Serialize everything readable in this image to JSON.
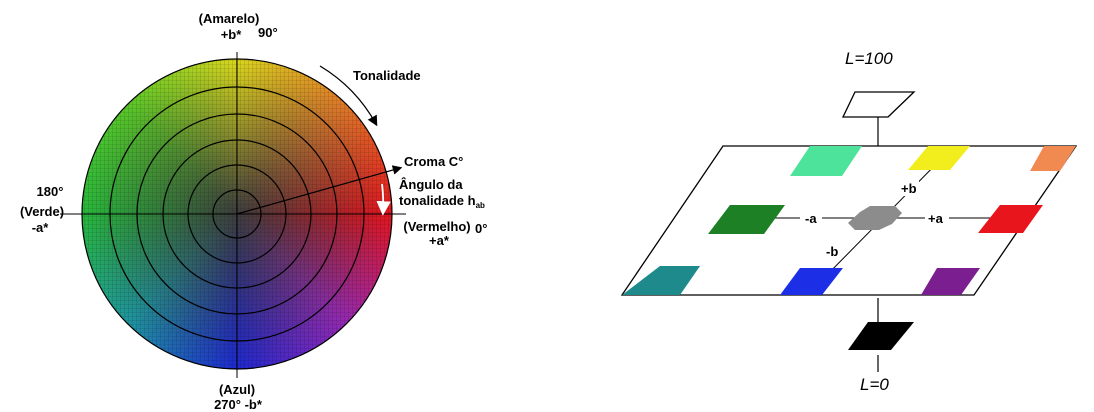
{
  "wheel": {
    "top_label_1": "(Amarelo)",
    "top_label_2": "+b*",
    "top_angle": "90°",
    "tonalidade": "Tonalidade",
    "croma": "Croma C°",
    "angulo_1": "Ângulo da",
    "angulo_2": "tonalidade h",
    "angulo_sub": "ab",
    "left_angle": "180°",
    "left_label_1": "(Verde)",
    "left_label_2": "-a*",
    "right_label_1": "(Vermelho)",
    "right_angle": "0°",
    "right_label_2": "+a*",
    "bottom_label_1": "(Azul)",
    "bottom_label_2": "270° -b*"
  },
  "cube": {
    "l_top": "L=100",
    "l_bottom": "L=0",
    "plus_b": "+b",
    "minus_a": "-a",
    "plus_a": "+a",
    "minus_b": "-b"
  },
  "colors": {
    "top_green": "#4ee39a",
    "yellow": "#f2ee1e",
    "orange": "#f08a50",
    "dark_green": "#1e8024",
    "red": "#e8161c",
    "teal": "#1e8a8c",
    "blue": "#1c2fe6",
    "purple": "#7a1e90",
    "gray": "#8c8c8c",
    "black": "#000000"
  }
}
